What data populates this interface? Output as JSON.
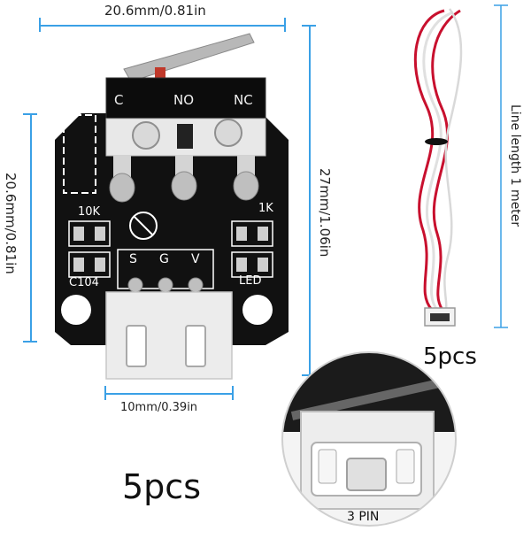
{
  "dimensions": {
    "top_width": "20.6mm/0.81in",
    "left_height": "20.6mm/0.81in",
    "overall_height": "27mm/1.06in",
    "connector_width": "10mm/0.39in"
  },
  "switch_labels": {
    "common": "C",
    "normally_open": "NO",
    "normally_closed": "NC"
  },
  "pcb_labels": {
    "resistor_left": "10K",
    "resistor_right": "1K",
    "capacitor": "C104",
    "led": "LED",
    "pin_s": "S",
    "pin_g": "G",
    "pin_v": "V"
  },
  "cable": {
    "length_label": "Line length 1 meter",
    "quantity": "5pcs"
  },
  "board_quantity": "5pcs",
  "connector_zoom_label": "3 PIN",
  "colors": {
    "dimension_line": "#3aa0e6",
    "pcb": "#111111",
    "wire_red": "#c8102e",
    "wire_white": "#f4f4f4"
  }
}
